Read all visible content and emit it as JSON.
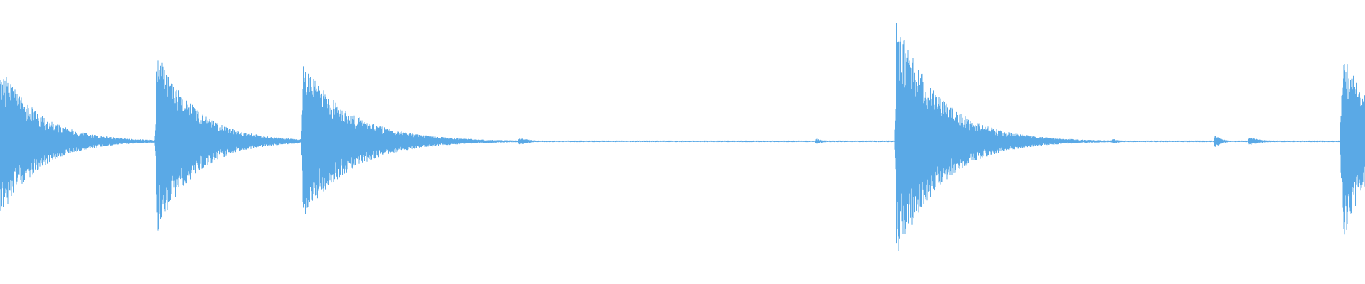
{
  "waveform": {
    "color": "#5aa9e6",
    "background": "#ffffff",
    "events": [
      {
        "time": 0.0,
        "peak": 0.58,
        "decay": 0.028,
        "side": "right"
      },
      {
        "time": 0.115,
        "peak": 0.68,
        "decay": 0.028,
        "side": "both"
      },
      {
        "time": 0.222,
        "peak": 0.58,
        "decay": 0.035,
        "side": "both"
      },
      {
        "time": 0.38,
        "peak": 0.03,
        "decay": 0.008,
        "side": "both"
      },
      {
        "time": 0.598,
        "peak": 0.02,
        "decay": 0.006,
        "side": "both"
      },
      {
        "time": 0.657,
        "peak": 0.9,
        "decay": 0.032,
        "side": "both"
      },
      {
        "time": 0.815,
        "peak": 0.02,
        "decay": 0.006,
        "side": "both"
      },
      {
        "time": 0.89,
        "peak": 0.05,
        "decay": 0.005,
        "side": "both"
      },
      {
        "time": 0.915,
        "peak": 0.03,
        "decay": 0.01,
        "side": "both"
      },
      {
        "time": 0.984,
        "peak": 0.75,
        "decay": 0.02,
        "side": "left"
      }
    ],
    "noise_floor": 0.006
  }
}
